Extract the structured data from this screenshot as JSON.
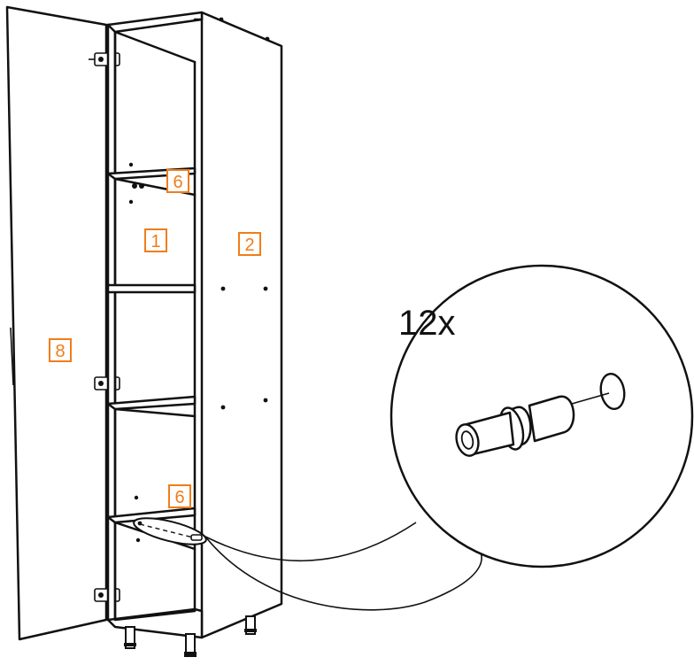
{
  "colors": {
    "line": "#111111",
    "label_orange": "#f07d1a",
    "background": "#ffffff"
  },
  "part_labels": {
    "door": "8",
    "side_left": "1",
    "side_right": "2",
    "shelf_top": "6",
    "shelf_bottom": "6"
  },
  "detail": {
    "quantity": "12x",
    "icon": "shelf-support-pin-icon"
  }
}
